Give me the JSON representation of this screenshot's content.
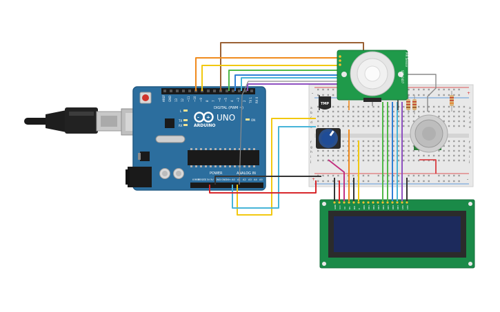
{
  "arduino": {
    "brand": "ARDUINO",
    "model": "UNO",
    "digital_label": "DIGITAL (PWM ~)",
    "power_label": "POWER",
    "analog_label": "ANALOG IN",
    "on_label": "ON",
    "tx_label": "TX",
    "rx_label": "RX",
    "l_label": "L",
    "aref_label": "AREF",
    "gnd_label": "GND",
    "digital_pins": [
      "13",
      "12",
      "~11",
      "~10",
      "~9",
      "8",
      "7",
      "~6",
      "~5",
      "4",
      "~3",
      "2",
      "TX 1",
      "RX 0"
    ],
    "power_pins": [
      "IOREF",
      "RESET",
      "3.3V",
      "5V",
      "GND",
      "GND",
      "Vin"
    ],
    "analog_pins": [
      "A0",
      "A1",
      "A2",
      "A3",
      "A4",
      "A5"
    ]
  },
  "tmp_sensor": {
    "label": "TMP"
  },
  "pir_sensor": {
    "label": "PIR Sensor",
    "code": "SSS-0407"
  },
  "breadboard": {
    "rows_top": [
      "a",
      "b",
      "c",
      "d",
      "e"
    ],
    "rows_bottom": [
      "f",
      "g",
      "h",
      "i",
      "j"
    ],
    "plus": "+",
    "minus": "-"
  },
  "lcd": {
    "pins": [
      "GND",
      "VCC",
      "V0",
      "RS",
      "RW",
      "E",
      "DB0",
      "DB1",
      "DB2",
      "DB3",
      "DB4",
      "DB5",
      "DB6",
      "DB7",
      "LED",
      "LED"
    ]
  },
  "colors": {
    "board_blue": "#2c6e9e",
    "breadboard": "#e8e8e8",
    "pir_green": "#1f9a4a",
    "lcd_green": "#1a8a48",
    "lcd_screen": "#1c2a5c",
    "wire_brown": "#9a6033",
    "wire_orange": "#f08a1c",
    "wire_yellow": "#f2c80f",
    "wire_green": "#4fb848",
    "wire_blue": "#2f7fd6",
    "wire_cyan": "#46b4d8",
    "wire_purple": "#8e4fc0",
    "wire_red": "#d8262a",
    "wire_black": "#333333",
    "wire_gray": "#8a8a8a",
    "wire_pink": "#c2307f"
  }
}
